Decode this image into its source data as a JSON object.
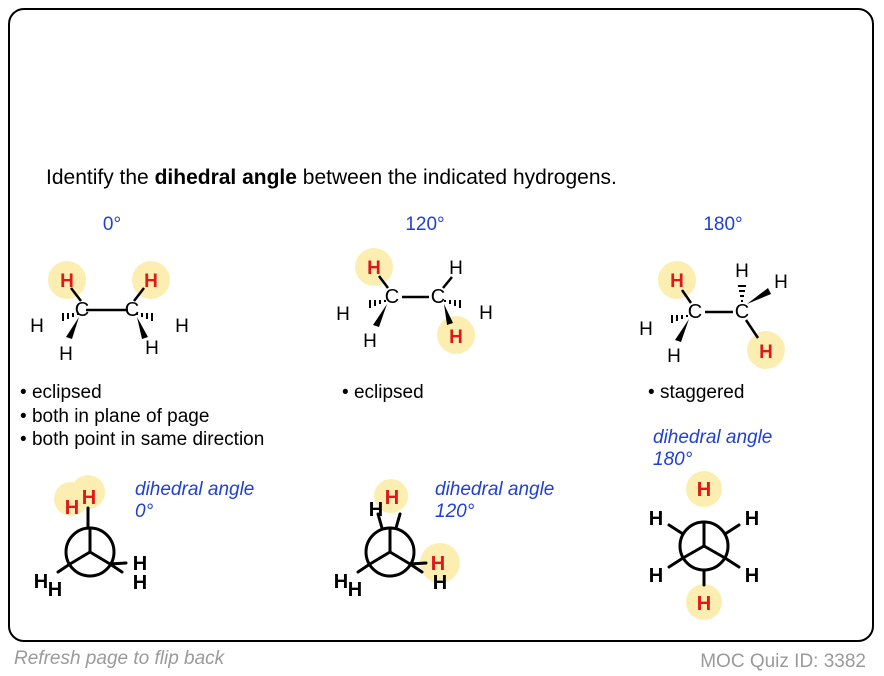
{
  "title": {
    "prefix": "Identify the ",
    "bold": "dihedral angle",
    "suffix": " between the indicated hydrogens."
  },
  "colors": {
    "accent": "#1f3fd6",
    "highlight": "#fbeeb0",
    "hydrogen_indicated": "#e01818",
    "footer": "#9a9a9a"
  },
  "answers": [
    {
      "angle": "0°",
      "bullets": [
        "eclipsed",
        "both in plane of page",
        "both point in same direction"
      ],
      "dihedral_line1": "dihedral angle",
      "dihedral_line2": "0°"
    },
    {
      "angle": "120°",
      "bullets": [
        "eclipsed"
      ],
      "dihedral_line1": "dihedral angle",
      "dihedral_line2": "120°"
    },
    {
      "angle": "180°",
      "bullets": [
        "staggered"
      ],
      "dihedral_line1": "dihedral angle",
      "dihedral_line2": "180°"
    }
  ],
  "atoms": {
    "carbon": "C",
    "hydrogen": "H"
  },
  "footer": {
    "left": "Refresh page to flip back",
    "right": "MOC Quiz ID: 3382"
  }
}
